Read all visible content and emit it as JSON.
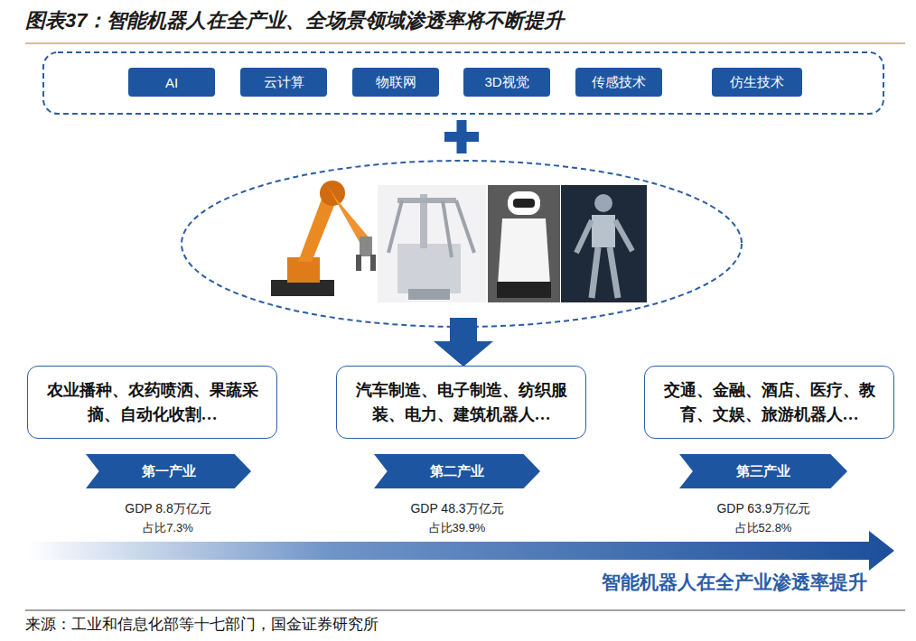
{
  "diagram": {
    "title": "图表37：智能机器人在全产业、全场景领域渗透率将不断提升",
    "caption": "来源：工业和信息化部等十七部门，国金证券研究所",
    "nodes": [
      {
        "text": [
          "AI"
        ]
      },
      {
        "text": [
          "云计算"
        ]
      },
      {
        "text": [
          "物联网"
        ]
      },
      {
        "text": [
          "3D视觉"
        ]
      },
      {
        "text": [
          "传感技术"
        ]
      },
      {
        "text": [
          "仿生技术"
        ]
      },
      {
        "text": [
          "农业播种、农药喷洒、果蔬采摘、自动化收割…"
        ]
      },
      {
        "text": [
          "汽车制造、电子制造、纺织服装、电力、建筑机器人…"
        ]
      },
      {
        "text": [
          "交通、金融、酒店、医疗、教育、文娱、旅游机器人…"
        ]
      },
      {
        "text": [
          "第一产业"
        ]
      },
      {
        "text": [
          "第二产业"
        ]
      },
      {
        "text": [
          "第三产业"
        ]
      }
    ],
    "labels": [
      "GDP 8.8万亿元",
      "占比7.3%",
      "GDP 48.3万亿元",
      "占比39.9%",
      "GDP 63.9万亿元",
      "占比52.8%",
      "智能机器人在全产业渗透率提升"
    ]
  }
}
